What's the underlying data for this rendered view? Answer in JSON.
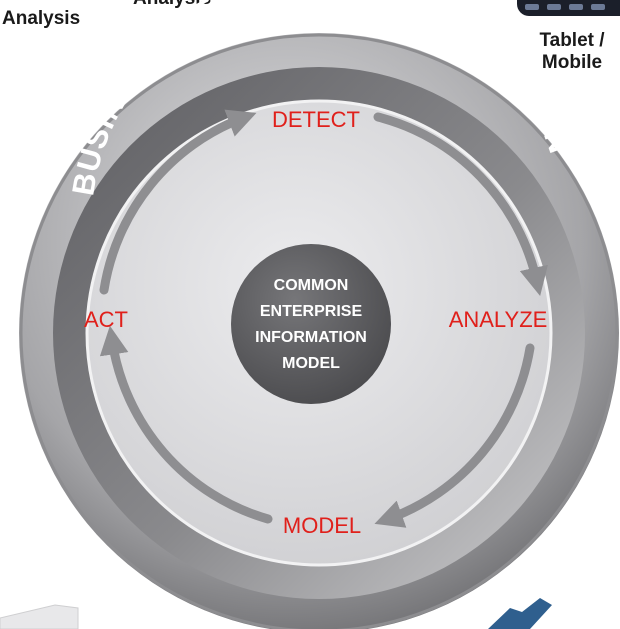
{
  "labels": {
    "analysis_left": "Analysis",
    "analysis_top": "Analysis",
    "tablet_line1": "Tablet /",
    "tablet_line2": "Mobile"
  },
  "ring": {
    "title": "BUSINESS INTELLIGENCE FOUNDATION"
  },
  "cycle": {
    "detect": "DETECT",
    "analyze": "ANALYZE",
    "model": "MODEL",
    "act": "ACT"
  },
  "center": {
    "line1": "COMMON",
    "line2": "ENTERPRISE",
    "line3": "INFORMATION",
    "line4": "MODEL"
  },
  "colors": {
    "stage_text": "#e0201b",
    "ring_dark": "#6f6f72",
    "ring_light": "#e2e2e4",
    "inner_disc": "#dcdcde",
    "center_disc": "#5e5e61",
    "arrow": "#8e8e91"
  }
}
